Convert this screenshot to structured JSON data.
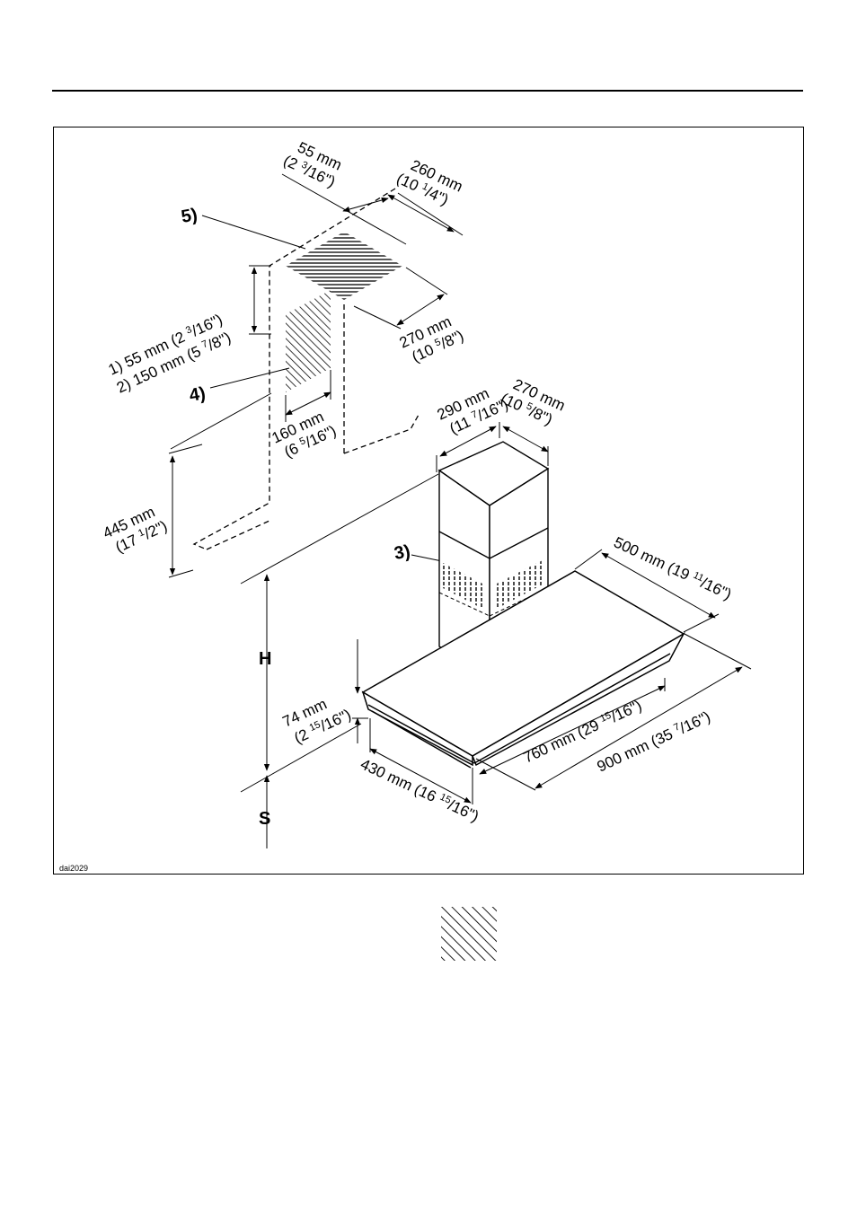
{
  "figure_code": "dai2029",
  "callouts": {
    "c3": "3)",
    "c4": "4)",
    "c5": "5)"
  },
  "markers": {
    "H": "H",
    "S": "S"
  },
  "dims": {
    "d55_top": {
      "mm": "55 mm",
      "pre": "(2 ",
      "sup": "3",
      "post": "/16\")"
    },
    "d260": {
      "mm": "260 mm",
      "pre": "(10 ",
      "sup": "1",
      "post": "/4\")"
    },
    "d270_top": {
      "mm": "270 mm",
      "pre": "(10 ",
      "sup": "5",
      "post": "/8\")"
    },
    "d55_side": {
      "a": "1) 55 mm (2 ",
      "sup": "3",
      "b": "/16\")"
    },
    "d150_side": {
      "a": "2) 150 mm (5 ",
      "sup": "7",
      "b": "/8\")"
    },
    "d160": {
      "mm": "160 mm",
      "pre": "(6 ",
      "sup": "5",
      "post": "/16\")"
    },
    "d445": {
      "mm": "445 mm",
      "pre": "(17 ",
      "sup": "1",
      "post": "/2\")"
    },
    "d290": {
      "mm": "290 mm",
      "pre": "(11 ",
      "sup": "7",
      "post": "/16\")"
    },
    "d270_chim": {
      "mm": "270 mm",
      "pre": "(10 ",
      "sup": "5",
      "post": "/8\")"
    },
    "d500": {
      "pre": "500 mm (19 ",
      "sup": "11",
      "post": "/16\")"
    },
    "d74": {
      "mm": "74 mm",
      "pre": "(2 ",
      "sup": "15",
      "post": "/16\")"
    },
    "d760": {
      "pre": "760 mm (29 ",
      "sup": "15",
      "post": "/16\")"
    },
    "d900": {
      "pre": "900 mm (35 ",
      "sup": "7",
      "post": "/16\")"
    },
    "d430": {
      "pre": "430 mm (16 ",
      "sup": "15",
      "post": "/16\")"
    }
  }
}
